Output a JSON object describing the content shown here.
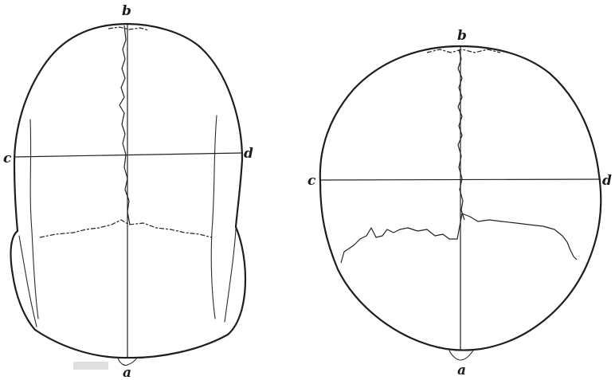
{
  "figures": [
    {
      "labels": {
        "top": "b",
        "left": "c",
        "right": "d",
        "bottom": "a"
      }
    },
    {
      "labels": {
        "top": "b",
        "left": "c",
        "right": "d",
        "bottom": "a"
      }
    }
  ]
}
